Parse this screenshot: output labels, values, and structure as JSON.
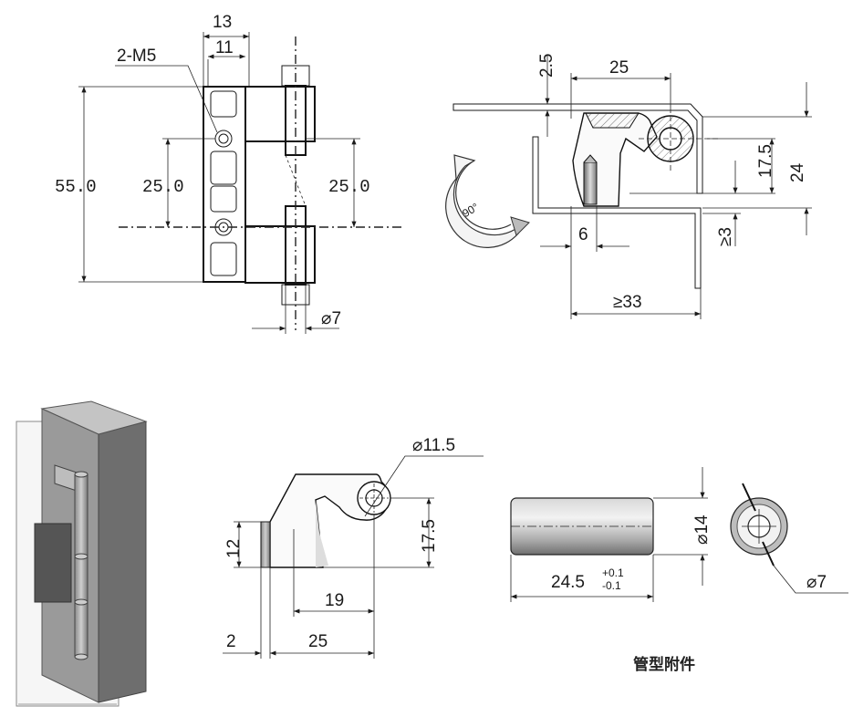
{
  "front_view": {
    "dim_top_outer": "13",
    "dim_top_inner": "11",
    "thread_callout": "2-M5",
    "dim_height": "55.0",
    "dim_hole_spacing_left": "25.0",
    "dim_hole_spacing_right": "25.0",
    "dim_pin_diameter": "⌀7"
  },
  "side_view": {
    "dim_offset_top": "2.5",
    "dim_width": "25",
    "dim_pin_height": "17.5",
    "dim_total_height": "24",
    "dim_min_gap": "≥3",
    "dim_pin_offset": "6",
    "dim_min_width": "≥33",
    "rotation_angle": "90°"
  },
  "leaf_view": {
    "dim_bore": "⌀11.5",
    "dim_height_left": "12",
    "dim_height_right": "17.5",
    "dim_inner_width": "19",
    "dim_thickness": "2",
    "dim_width": "25"
  },
  "tube_view": {
    "dim_outer_diameter": "⌀14",
    "dim_length": "24.5",
    "dim_tol_upper": "+0.1",
    "dim_tol_lower": "-0.1",
    "dim_inner_diameter": "⌀7"
  },
  "caption": "管型附件"
}
